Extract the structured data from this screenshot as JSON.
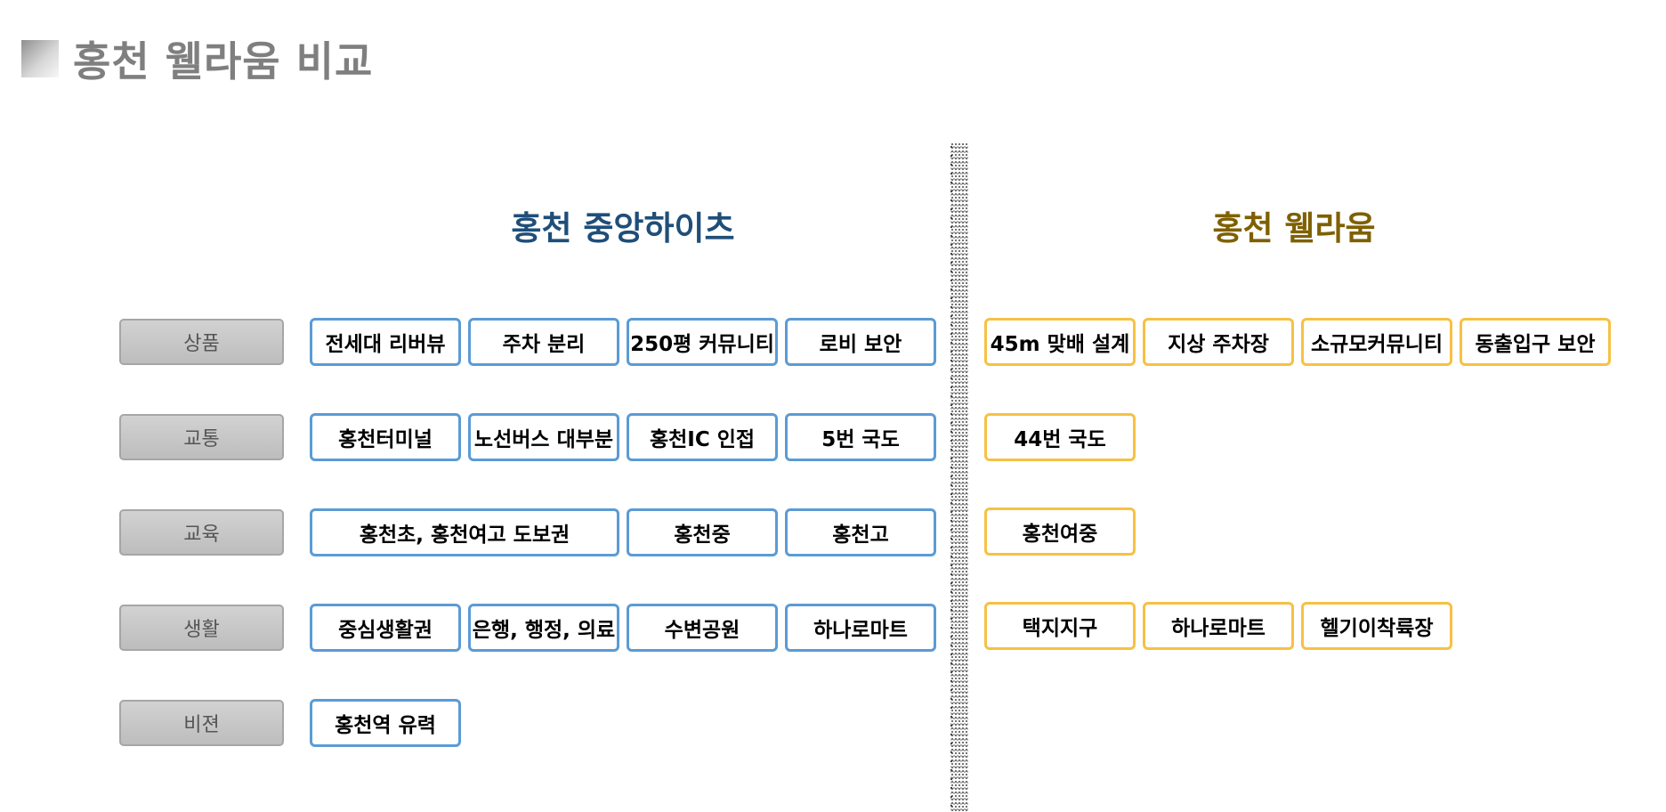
{
  "page": {
    "title": "홍천 웰라움 비교"
  },
  "columns": {
    "left_title": "홍천 중앙하이츠",
    "right_title": "홍천 웰라움"
  },
  "colors": {
    "left_border": "#5b9bd5",
    "right_border": "#f6c143",
    "left_title": "#1f4e79",
    "right_title": "#7f6000",
    "category_fill": "#c8c8c8"
  },
  "rows": [
    {
      "category": "상품",
      "left": [
        "전세대 리버뷰",
        "주차 분리",
        "250평 커뮤니티",
        "로비 보안"
      ],
      "right": [
        "45m 맞배 설계",
        "지상 주차장",
        "소규모커뮤니티",
        "동출입구 보안"
      ]
    },
    {
      "category": "교통",
      "left": [
        "홍천터미널",
        "노선버스 대부분",
        "홍천IC 인접",
        "5번 국도"
      ],
      "right": [
        "44번 국도"
      ]
    },
    {
      "category": "교육",
      "left": [
        "홍천초, 홍천여고 도보권",
        "홍천중",
        "홍천고"
      ],
      "right": [
        "홍천여중"
      ]
    },
    {
      "category": "생활",
      "left": [
        "중심생활권",
        "은행, 행정, 의료",
        "수변공원",
        "하나로마트"
      ],
      "right": [
        "택지지구",
        "하나로마트",
        "헬기이착륙장"
      ]
    },
    {
      "category": "비젼",
      "left": [
        "홍천역 유력"
      ],
      "right": []
    }
  ]
}
